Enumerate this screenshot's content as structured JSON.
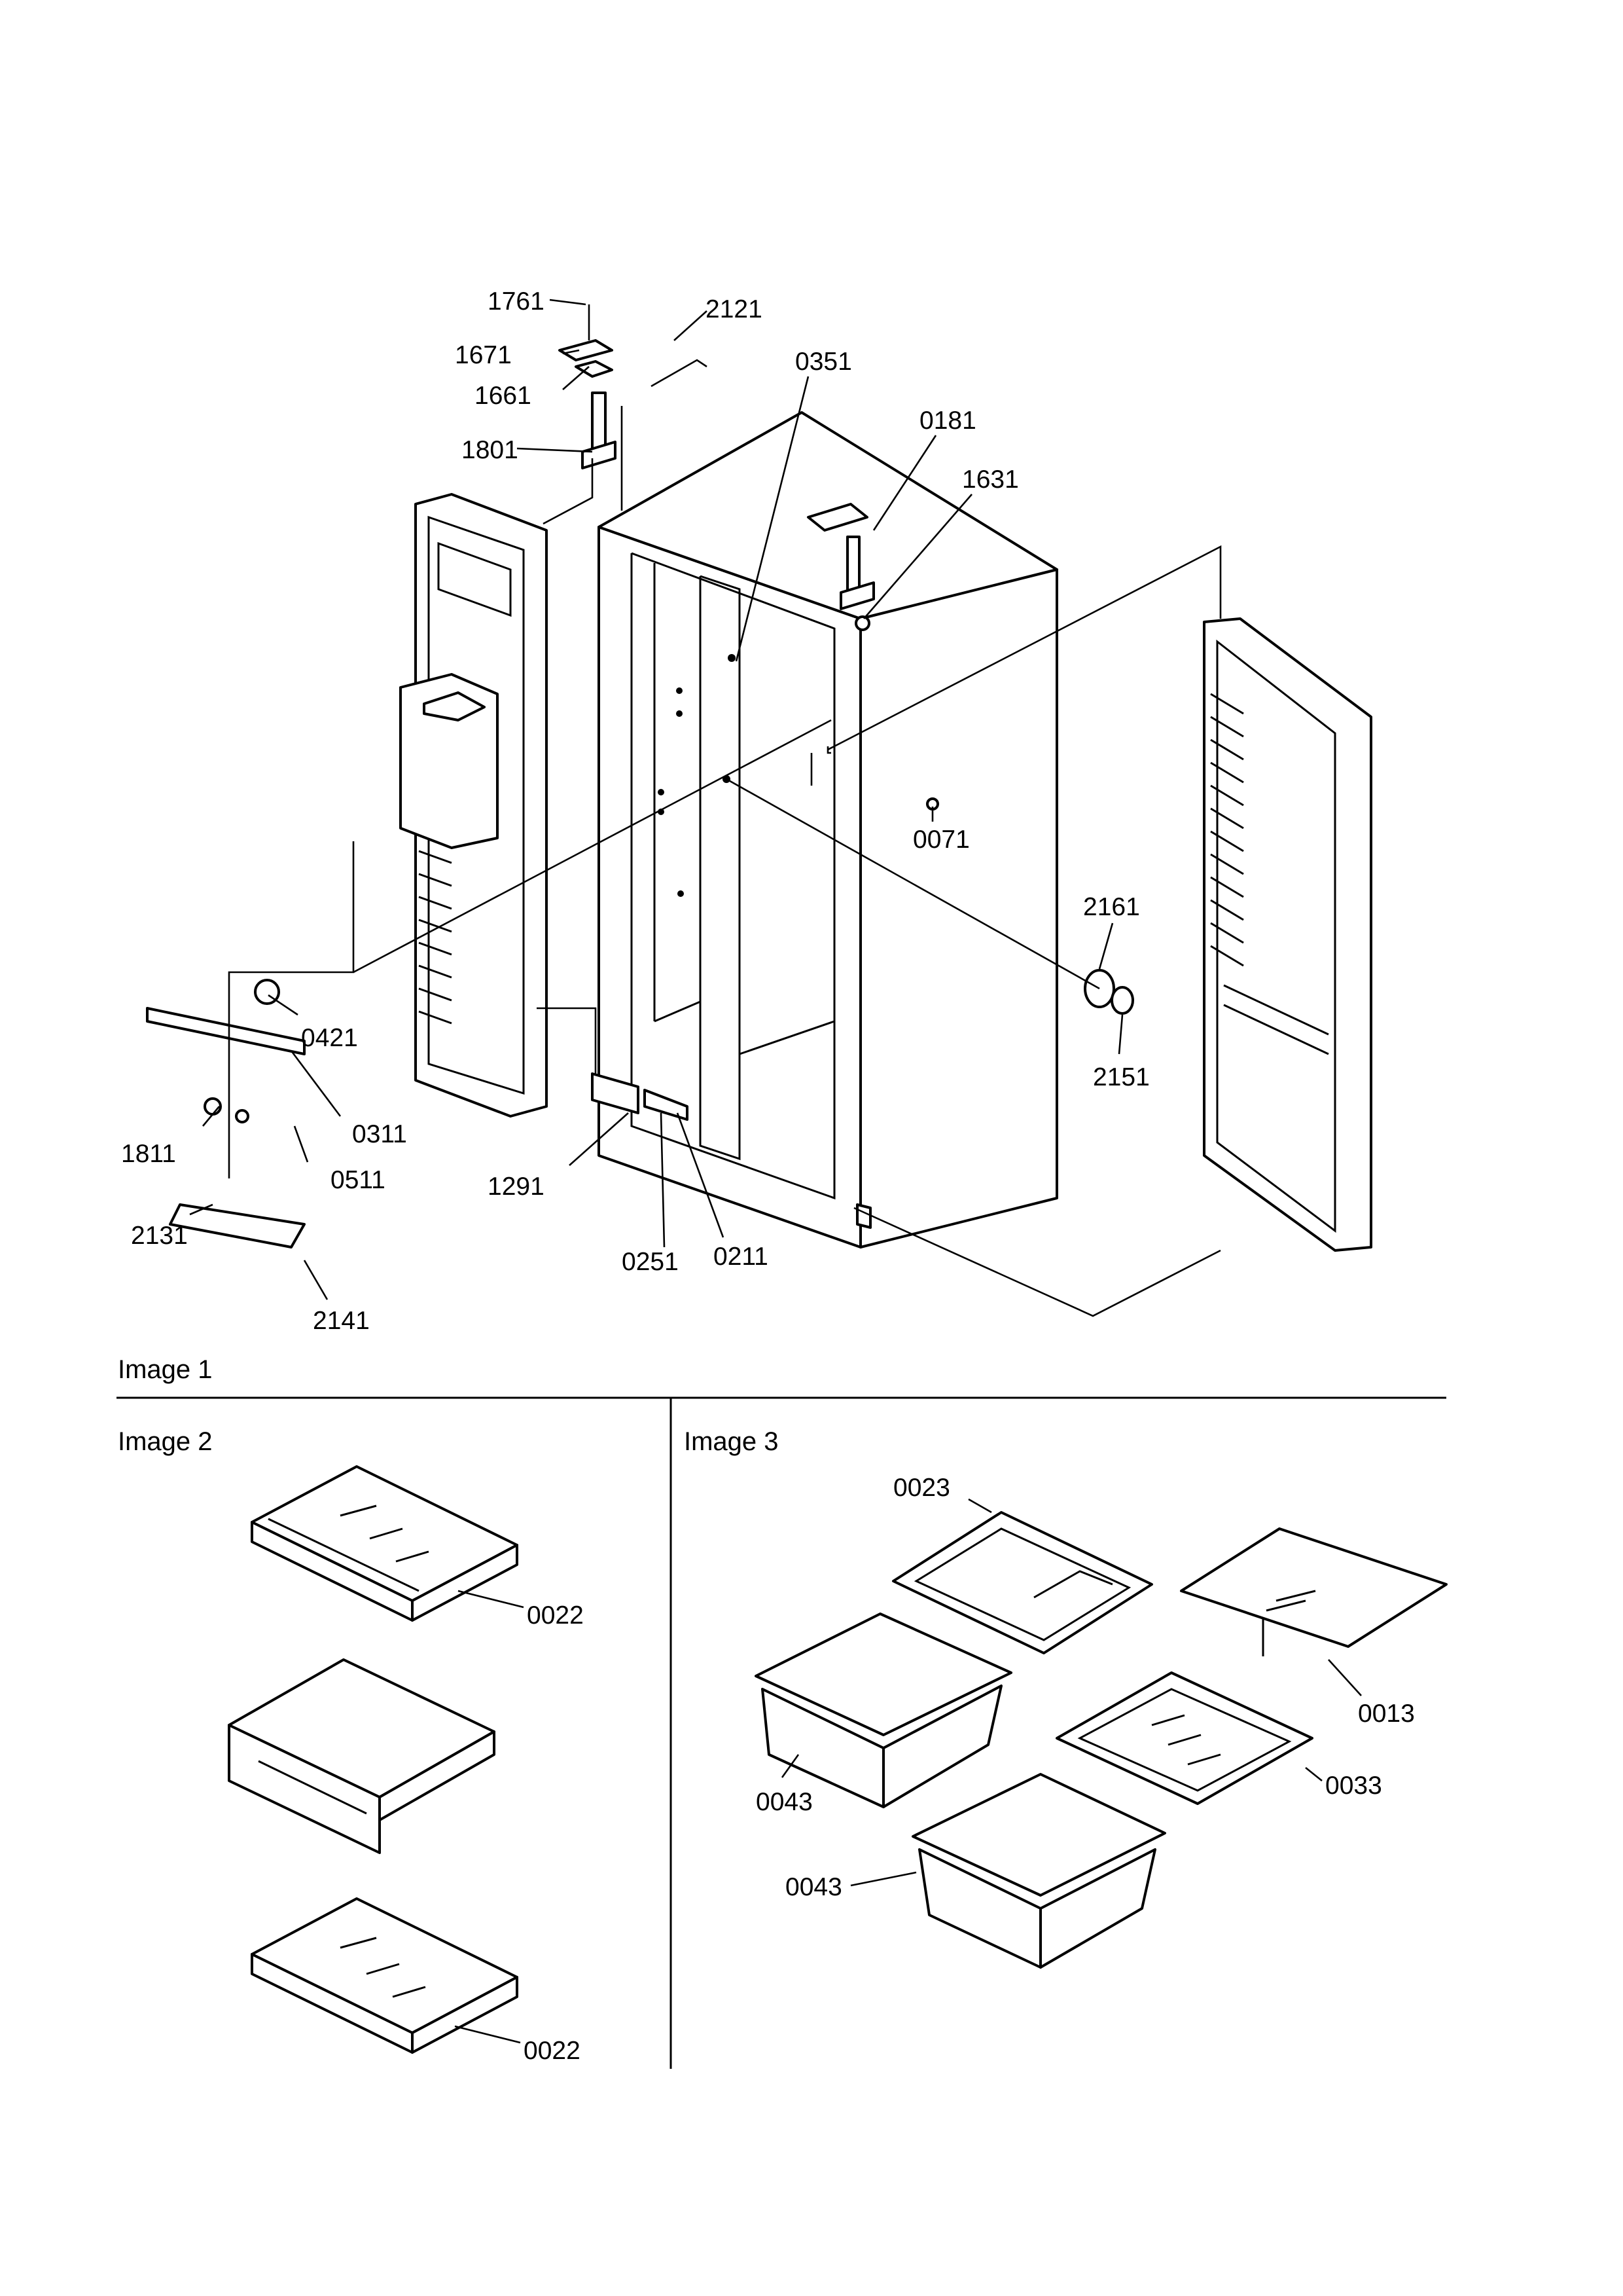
{
  "sections": {
    "image1": "Image 1",
    "image2": "Image 2",
    "image3": "Image 3"
  },
  "callouts": {
    "p1761": "1761",
    "p1671": "1671",
    "p1661": "1661",
    "p1801": "1801",
    "p2121": "2121",
    "p0351": "0351",
    "p0181": "0181",
    "p1631": "1631",
    "p0071": "0071",
    "p2161": "2161",
    "p2151": "2151",
    "p0421": "0421",
    "p0311": "0311",
    "p1811": "1811",
    "p0511": "0511",
    "p1291": "1291",
    "p2131": "2131",
    "p0251": "0251",
    "p0211": "0211",
    "p2141": "2141",
    "p0022a": "0022",
    "p0022b": "0022",
    "p0023": "0023",
    "p0013": "0013",
    "p0043a": "0043",
    "p0033": "0033",
    "p0043b": "0043"
  }
}
